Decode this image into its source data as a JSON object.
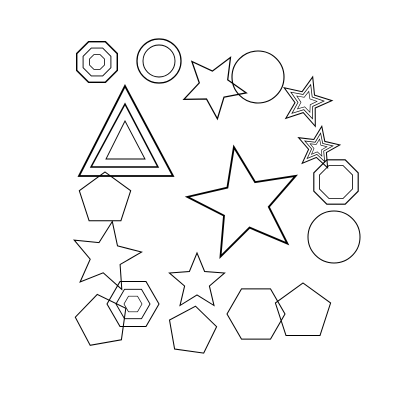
{
  "canvas": {
    "background": "#ffffff",
    "stroke_color": "#000000",
    "shape_count": 18
  },
  "shapes": [
    {
      "name": "nested-octagons-top-left",
      "kind": "octagon",
      "rings": 3
    },
    {
      "name": "concentric-circles-top",
      "kind": "circle",
      "rings": 2
    },
    {
      "name": "star-top-center",
      "kind": "star",
      "rings": 1
    },
    {
      "name": "circle-top-right",
      "kind": "circle",
      "rings": 1
    },
    {
      "name": "nested-stars-right-upper",
      "kind": "star",
      "rings": 3
    },
    {
      "name": "nested-stars-right-middle",
      "kind": "star",
      "rings": 3
    },
    {
      "name": "nested-octagons-right",
      "kind": "octagon",
      "rings": 2
    },
    {
      "name": "nested-triangles-left",
      "kind": "triangle",
      "rings": 3
    },
    {
      "name": "large-star-center",
      "kind": "star",
      "rings": 1
    },
    {
      "name": "pentagon-left",
      "kind": "pentagon",
      "rings": 1
    },
    {
      "name": "circle-right",
      "kind": "circle",
      "rings": 1
    },
    {
      "name": "star-left-lower",
      "kind": "star",
      "rings": 1
    },
    {
      "name": "star-lower-center",
      "kind": "star",
      "rings": 1
    },
    {
      "name": "nested-hexagons-bottom-left",
      "kind": "hexagon",
      "rings": 3
    },
    {
      "name": "pentagon-bottom-left",
      "kind": "pentagon",
      "rings": 1
    },
    {
      "name": "pentagon-bottom-center",
      "kind": "pentagon",
      "rings": 1
    },
    {
      "name": "hexagon-bottom-right",
      "kind": "hexagon",
      "rings": 1
    },
    {
      "name": "pentagon-bottom-right",
      "kind": "pentagon",
      "rings": 1
    }
  ]
}
